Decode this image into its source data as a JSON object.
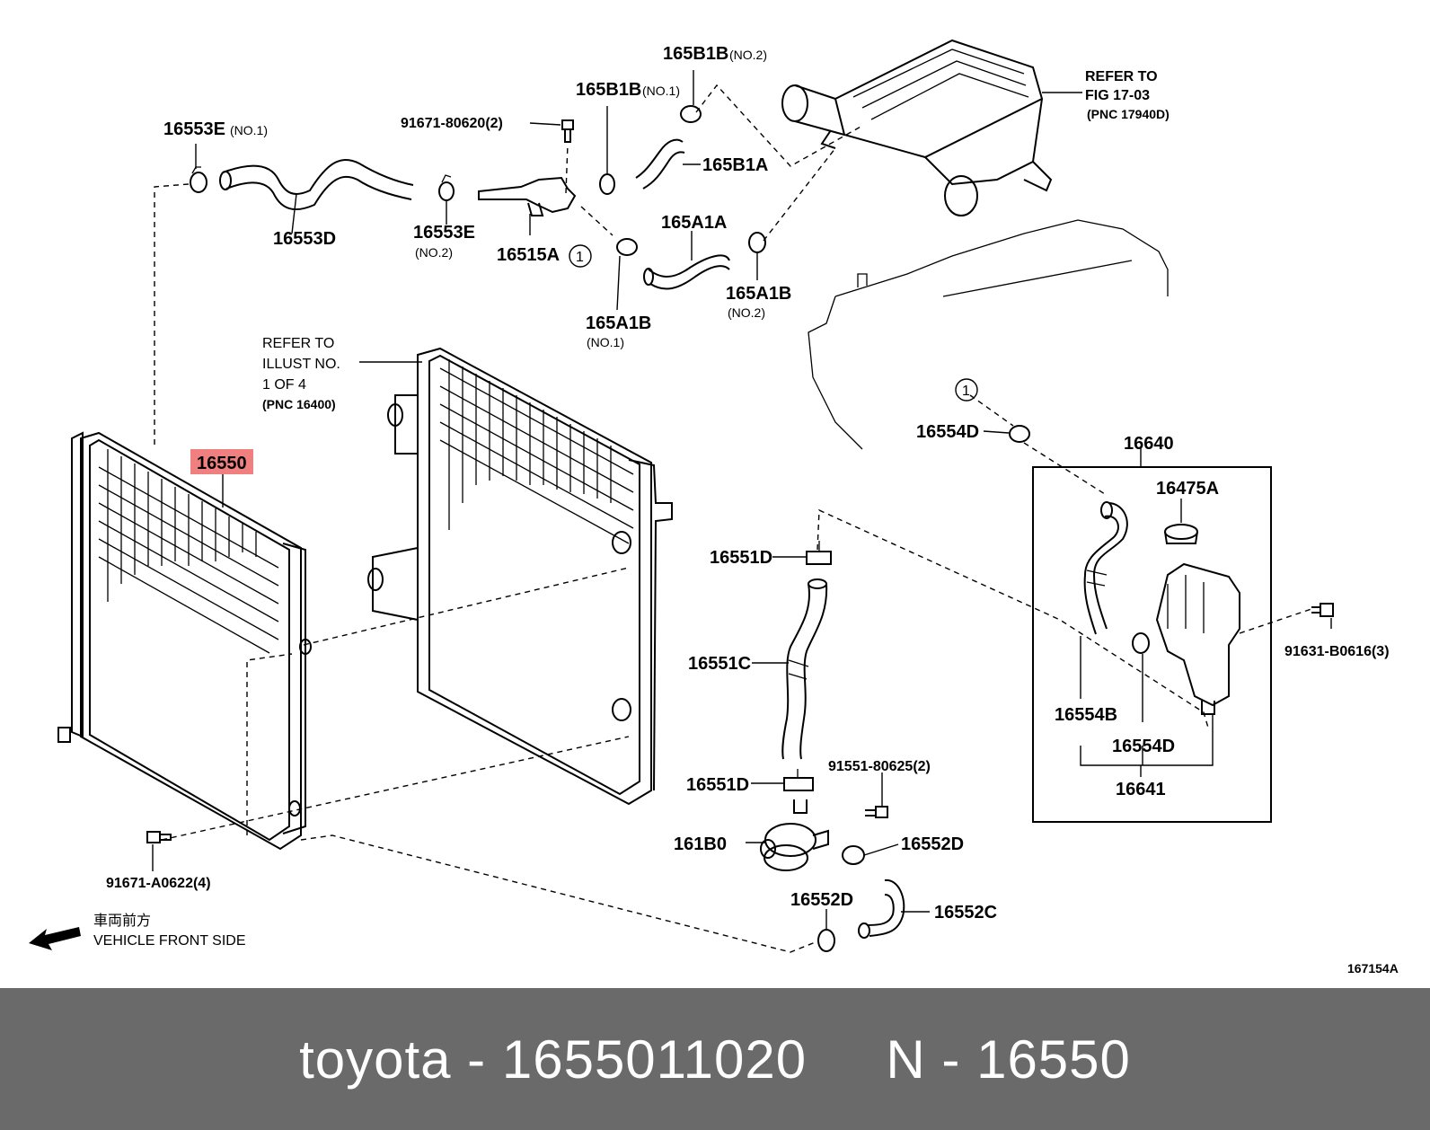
{
  "diagram": {
    "labels": {
      "p_16553E_1": "16553E",
      "p_16553E_1_sub": "(NO.1)",
      "p_16553D": "16553D",
      "p_16553E_2": "16553E",
      "p_16553E_2_sub": "(NO.2)",
      "p_91671_80620": "91671-80620(2)",
      "p_16515A": "16515A",
      "p_165B1B_1": "165B1B",
      "p_165B1B_1_sub": "(NO.1)",
      "p_165B1B_2": "165B1B",
      "p_165B1B_2_sub": "(NO.2)",
      "p_165B1A": "165B1A",
      "p_165A1A": "165A1A",
      "p_165A1B_1": "165A1B",
      "p_165A1B_1_sub": "(NO.1)",
      "p_165A1B_2": "165A1B",
      "p_165A1B_2_sub": "(NO.2)",
      "ref_fig_1": "REFER TO",
      "ref_fig_2": "FIG 17-03",
      "ref_fig_3": "(PNC 17940D)",
      "ref_ill_1": "REFER TO",
      "ref_ill_2": "ILLUST NO.",
      "ref_ill_3": "1 OF 4",
      "ref_ill_4": "(PNC 16400)",
      "p_16550": "16550",
      "p_16554D_top": "16554D",
      "p_16640": "16640",
      "p_16475A": "16475A",
      "p_91631_B0616": "91631-B0616(3)",
      "p_16554B": "16554B",
      "p_16554D_bot": "16554D",
      "p_16641": "16641",
      "p_16551D_top": "16551D",
      "p_16551C": "16551C",
      "p_16551D_bot": "16551D",
      "p_91551_80625": "91551-80625(2)",
      "p_161B0": "161B0",
      "p_16552D_right": "16552D",
      "p_16552D_left": "16552D",
      "p_16552C": "16552C",
      "p_91671_A0622": "91671-A0622(4)",
      "front_jp": "車両前方",
      "front_en": "VEHICLE FRONT SIDE",
      "fig_id": "167154A",
      "callout_1": "1"
    },
    "highlight_color": "#f08080"
  },
  "footer": {
    "text": "toyota - 1655011020     N - 16550",
    "background": "#6a6a6a"
  }
}
